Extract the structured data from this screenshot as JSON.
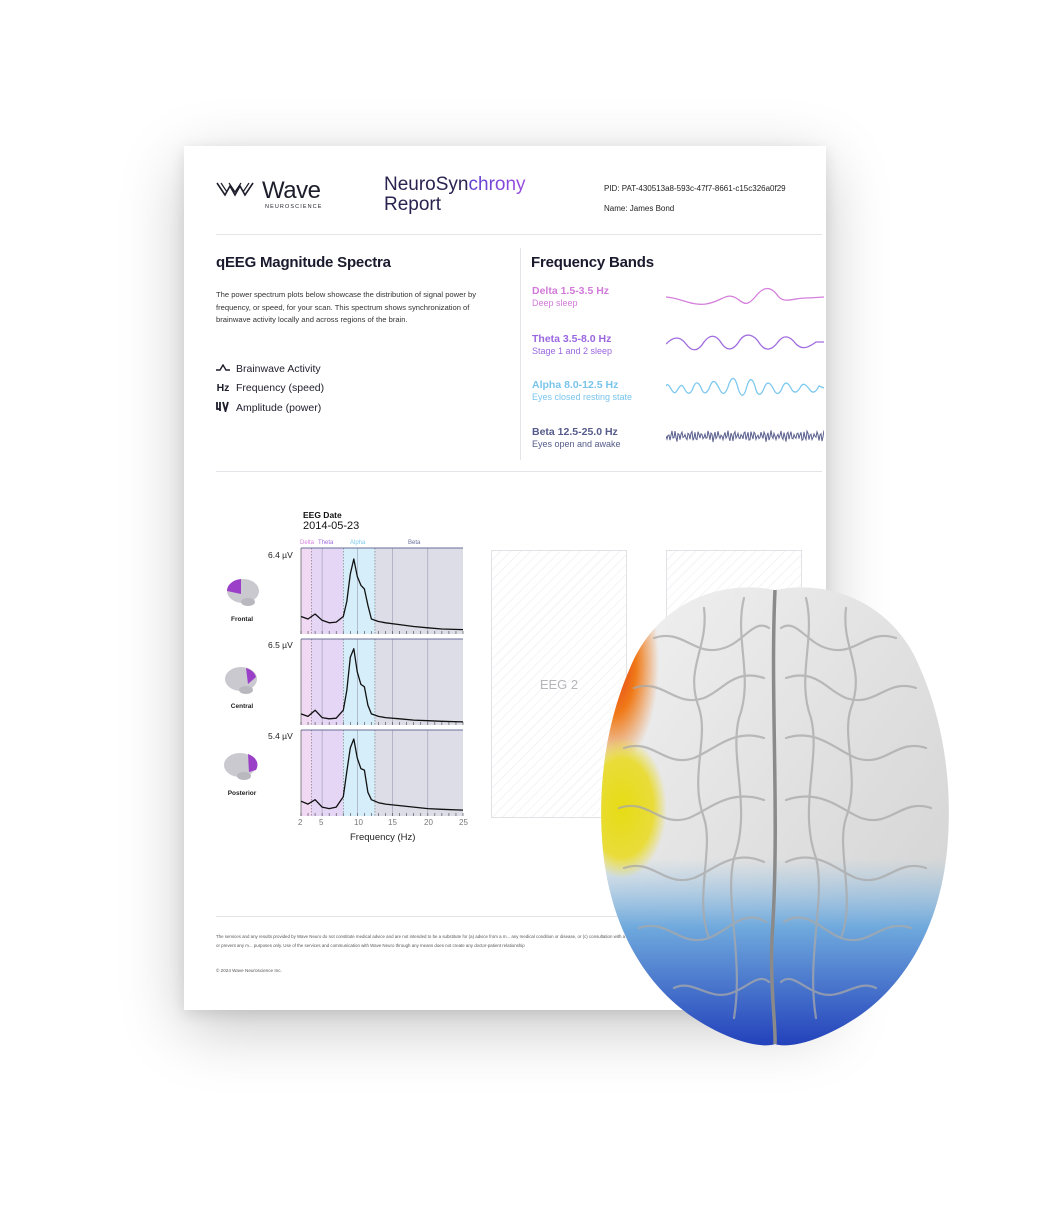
{
  "header": {
    "brand": "Wave",
    "brand_sub": "NEUROSCIENCE",
    "report_title_a": "NeuroSyn",
    "report_title_b": "chrony",
    "report_title_c": "Report",
    "pid": "PID: PAT-430513a8-593c-47f7-8661-c15c326a0f29",
    "name": "Name: James Bond"
  },
  "spectra_section": {
    "title": "qEEG Magnitude Spectra",
    "description": "The power spectrum plots below showcase the distribution of signal power by frequency, or speed, for your scan. This spectrum shows synchronization of brainwave activity locally and across regions of the brain.",
    "legend": [
      {
        "symbol": "⁀",
        "label": "Brainwave Activity",
        "icon": "brainwave-icon"
      },
      {
        "symbol": "Hz",
        "label": "Frequency (speed)",
        "icon": "hz-icon"
      },
      {
        "symbol": "ᶣⱽ",
        "label": "Amplitude (power)",
        "icon": "amplitude-icon"
      }
    ]
  },
  "bands_section": {
    "title": "Frequency Bands",
    "bands": [
      {
        "name": "Delta 1.5-3.5 Hz",
        "desc": "Deep sleep",
        "color": "#d580dc"
      },
      {
        "name": "Theta 3.5-8.0 Hz",
        "desc": "Stage 1 and 2 sleep",
        "color": "#a06ce0"
      },
      {
        "name": "Alpha 8.0-12.5 Hz",
        "desc": "Eyes closed resting state",
        "color": "#7cc8ee"
      },
      {
        "name": "Beta 12.5-25.0 Hz",
        "desc": "Eyes open and awake",
        "color": "#5a5f8e"
      }
    ]
  },
  "eeg": {
    "date_label": "EEG Date",
    "date_value": "2014-05-23",
    "band_labels": [
      "Delta",
      "Theta",
      "Alpha",
      "Beta"
    ],
    "regions": [
      {
        "name": "Frontal",
        "ymax": "6.4 µV"
      },
      {
        "name": "Central",
        "ymax": "6.5 µV"
      },
      {
        "name": "Posterior",
        "ymax": "5.4 µV"
      }
    ],
    "x_label": "Frequency (Hz)",
    "x_ticks": [
      "2",
      "5",
      "10",
      "15",
      "20",
      "25"
    ],
    "placeholder_2": "EEG 2"
  },
  "chart_data": {
    "type": "line",
    "title": "",
    "xlabel": "Frequency (Hz)",
    "ylabel": "",
    "xlim": [
      2,
      25
    ],
    "bands": [
      {
        "name": "Delta",
        "range": [
          2,
          3.5
        ],
        "color": "#f1d8f3"
      },
      {
        "name": "Theta",
        "range": [
          3.5,
          8
        ],
        "color": "#e6d6f6"
      },
      {
        "name": "Alpha",
        "range": [
          8,
          12.5
        ],
        "color": "#d5eef9"
      },
      {
        "name": "Beta",
        "range": [
          12.5,
          25
        ],
        "color": "#dcdde7"
      }
    ],
    "x": [
      2,
      3,
      4,
      5,
      6,
      7,
      8,
      8.5,
      9,
      9.5,
      10,
      10.5,
      11,
      11.5,
      12,
      13,
      14,
      16,
      18,
      20,
      22,
      25
    ],
    "series": [
      {
        "name": "Frontal",
        "ymax": 6.4,
        "values": [
          1.4,
          1.2,
          1.6,
          1.1,
          0.9,
          0.95,
          1.4,
          2.6,
          4.8,
          6.0,
          4.6,
          3.9,
          3.6,
          2.3,
          1.2,
          1.0,
          0.9,
          0.75,
          0.6,
          0.5,
          0.4,
          0.35
        ]
      },
      {
        "name": "Central",
        "ymax": 6.5,
        "values": [
          0.9,
          0.7,
          1.2,
          0.6,
          0.5,
          0.55,
          1.2,
          2.8,
          5.5,
          6.2,
          4.3,
          3.3,
          3.1,
          1.6,
          0.9,
          0.7,
          0.6,
          0.5,
          0.4,
          0.35,
          0.3,
          0.25
        ]
      },
      {
        "name": "Posterior",
        "ymax": 5.4,
        "values": [
          1.0,
          0.8,
          1.1,
          0.6,
          0.5,
          0.6,
          1.3,
          3.0,
          4.6,
          5.2,
          3.9,
          3.2,
          3.1,
          1.6,
          1.1,
          0.9,
          0.8,
          0.7,
          0.6,
          0.5,
          0.45,
          0.4
        ]
      }
    ]
  },
  "footer": {
    "disclaimer": "The services and any results provided by Wave Neuro do not constitute medical advice and are not intended to be a substitute for (a) advice from a m... any medical condition or disease, or (c) consultation with a doctor or other medical professional. The services are not intended to treat or prevent any m... purposes only. Use of the services and communication with Wave Neuro through any means does not create any doctor-patient relationship",
    "copyright": "© 2024 Wave Neuroscience Inc."
  }
}
